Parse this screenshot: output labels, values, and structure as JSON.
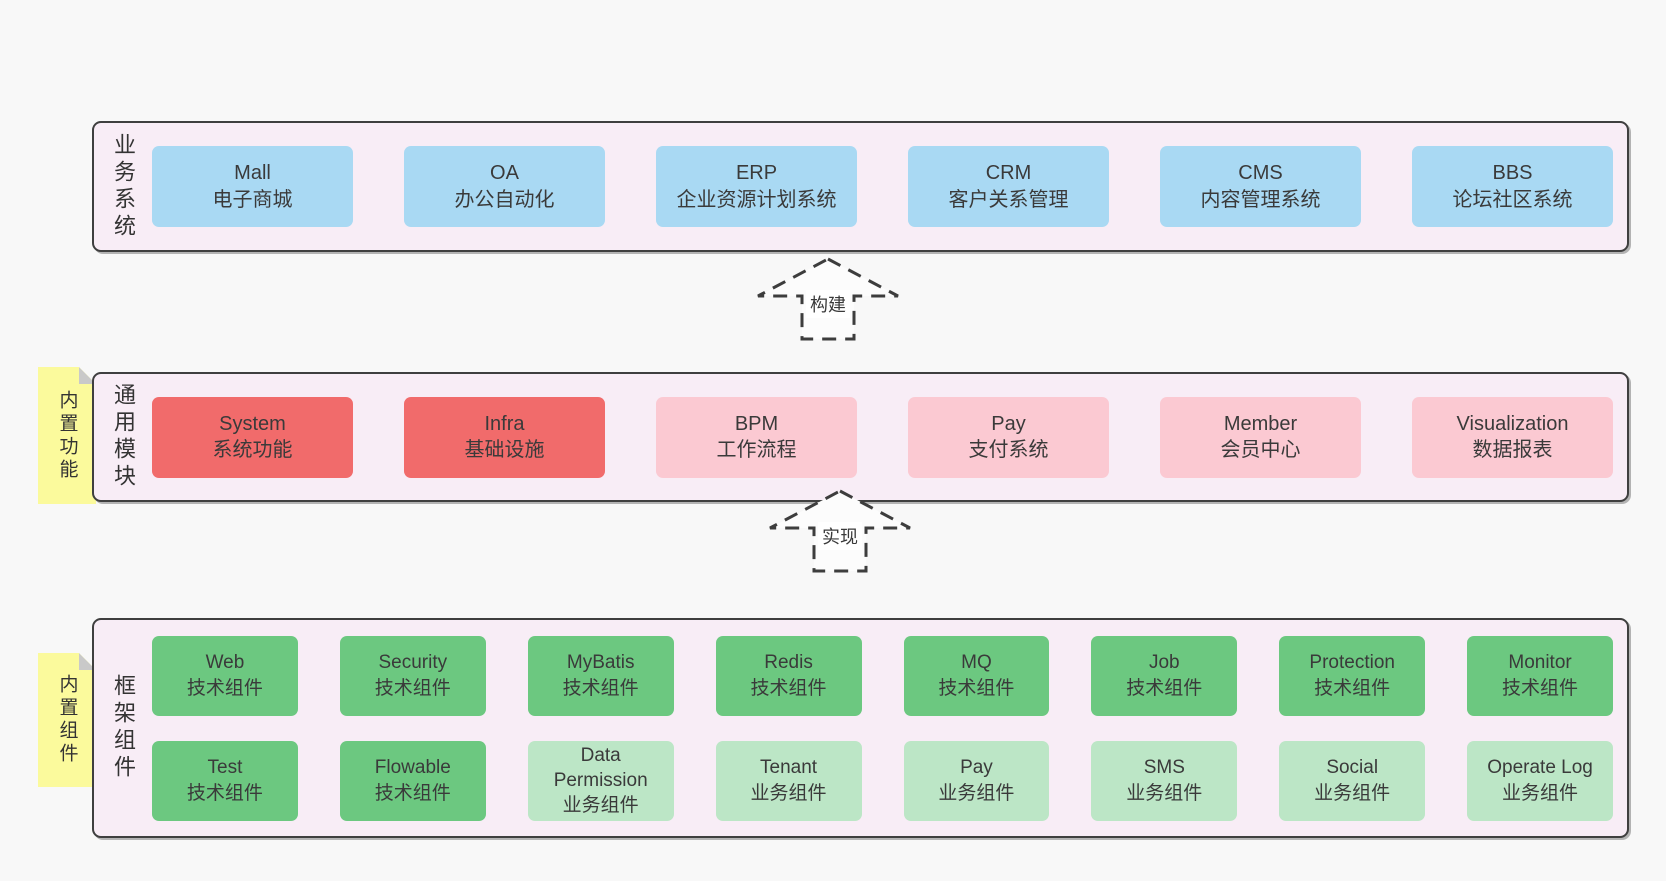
{
  "palette": {
    "blue": "#a9d9f3",
    "red": "#f16b6b",
    "pink": "#fbc9d2",
    "green": "#6cc880",
    "green_light": "#bce6c6",
    "note_yellow": "#fbfa9c",
    "panel_pink": "#f8edf6",
    "border_dark": "#3f3f3f",
    "background": "#f8f8f8"
  },
  "arrows": [
    {
      "label": "构建"
    },
    {
      "label": "实现"
    }
  ],
  "layers": [
    {
      "id": "business",
      "label": "业务系统",
      "note": null,
      "rows": [
        [
          {
            "title": "Mall",
            "subtitle": "电子商城",
            "color": "blue"
          },
          {
            "title": "OA",
            "subtitle": "办公自动化",
            "color": "blue"
          },
          {
            "title": "ERP",
            "subtitle": "企业资源计划系统",
            "color": "blue"
          },
          {
            "title": "CRM",
            "subtitle": "客户关系管理",
            "color": "blue"
          },
          {
            "title": "CMS",
            "subtitle": "内容管理系统",
            "color": "blue"
          },
          {
            "title": "BBS",
            "subtitle": "论坛社区系统",
            "color": "blue"
          }
        ]
      ]
    },
    {
      "id": "modules",
      "label": "通用模块",
      "note": "内置功能",
      "rows": [
        [
          {
            "title": "System",
            "subtitle": "系统功能",
            "color": "red"
          },
          {
            "title": "Infra",
            "subtitle": "基础设施",
            "color": "red"
          },
          {
            "title": "BPM",
            "subtitle": "工作流程",
            "color": "pink"
          },
          {
            "title": "Pay",
            "subtitle": "支付系统",
            "color": "pink"
          },
          {
            "title": "Member",
            "subtitle": "会员中心",
            "color": "pink"
          },
          {
            "title": "Visualization",
            "subtitle": "数据报表",
            "color": "pink"
          }
        ]
      ]
    },
    {
      "id": "components",
      "label": "框架组件",
      "note": "内置组件",
      "rows": [
        [
          {
            "title": "Web",
            "subtitle": "技术组件",
            "color": "green"
          },
          {
            "title": "Security",
            "subtitle": "技术组件",
            "color": "green"
          },
          {
            "title": "MyBatis",
            "subtitle": "技术组件",
            "color": "green"
          },
          {
            "title": "Redis",
            "subtitle": "技术组件",
            "color": "green"
          },
          {
            "title": "MQ",
            "subtitle": "技术组件",
            "color": "green"
          },
          {
            "title": "Job",
            "subtitle": "技术组件",
            "color": "green"
          },
          {
            "title": "Protection",
            "subtitle": "技术组件",
            "color": "green"
          },
          {
            "title": "Monitor",
            "subtitle": "技术组件",
            "color": "green"
          }
        ],
        [
          {
            "title": "Test",
            "subtitle": "技术组件",
            "color": "green"
          },
          {
            "title": "Flowable",
            "subtitle": "技术组件",
            "color": "green"
          },
          {
            "title": "Data Permission",
            "subtitle": "业务组件",
            "color": "green_light"
          },
          {
            "title": "Tenant",
            "subtitle": "业务组件",
            "color": "green_light"
          },
          {
            "title": "Pay",
            "subtitle": "业务组件",
            "color": "green_light"
          },
          {
            "title": "SMS",
            "subtitle": "业务组件",
            "color": "green_light"
          },
          {
            "title": "Social",
            "subtitle": "业务组件",
            "color": "green_light"
          },
          {
            "title": "Operate Log",
            "subtitle": "业务组件",
            "color": "green_light"
          }
        ]
      ]
    }
  ]
}
